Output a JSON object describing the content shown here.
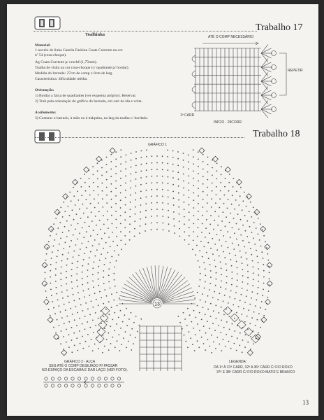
{
  "trabalho17": {
    "title": "Trabalho 17",
    "heading": "Toalhinha",
    "material_label": "Material:",
    "material_line1": "1 novelo de linha Camila Fashion Coats Corrente na cor",
    "material_line2": "nº 54 (rosa-choque).",
    "agulha_line": "Ag Coats Corrente p/ crochê (1,75mm).",
    "toalha_line": "Toalha de visita na cor rosa-choque (c/ quadrante p/ bordar).",
    "medida_line": "Medida do barrado: 27cm de comp x 8cm de larg.",
    "caracteristica_line": "Característica: dificuldade média.",
    "orientacao_label": "Orientação:",
    "orientacao1": "1)   Bordar a faixa de quadrantes (ver esquema próprio). Reservar.",
    "orientacao2": "2)   Trab pela orientação do gráfico do barrado, em carr de ida e volta.",
    "acabamento_label": "Acabamento:",
    "acabamento1": "3)   Costurar o barrado, à mão ou à máquina, na larg da toalha c/ bordado.",
    "chart_top": "ATÉ O COMP NECESSÁRIO",
    "chart_repetir": "REPETIR",
    "chart_start": "1ª CARR",
    "chart_inicio": "INÍCIO - 29CORR"
  },
  "trabalho18": {
    "title": "Trabalho 18",
    "grafico1": "GRÁFICO 1",
    "grafico2_title": "GRÁFICO 2 - ALÇA",
    "grafico2_line1": "SEG ATÉ O COMP DESEJADO P/ PASSAR",
    "grafico2_line2": "NO ESPAÇO DA ESCAMA E DAR LAÇO (VER FOTO).",
    "legenda_title": "LEGENDA:",
    "legenda_line1": "DA 1ª À 31ª CARR, 32ª A 36ª CARR C/ FIO ROXO",
    "legenda_line2": "37ª E 38ª CARR C/ FIO ROXO MATIZ E BRANCO",
    "center_label": "13"
  },
  "page_number": "13"
}
